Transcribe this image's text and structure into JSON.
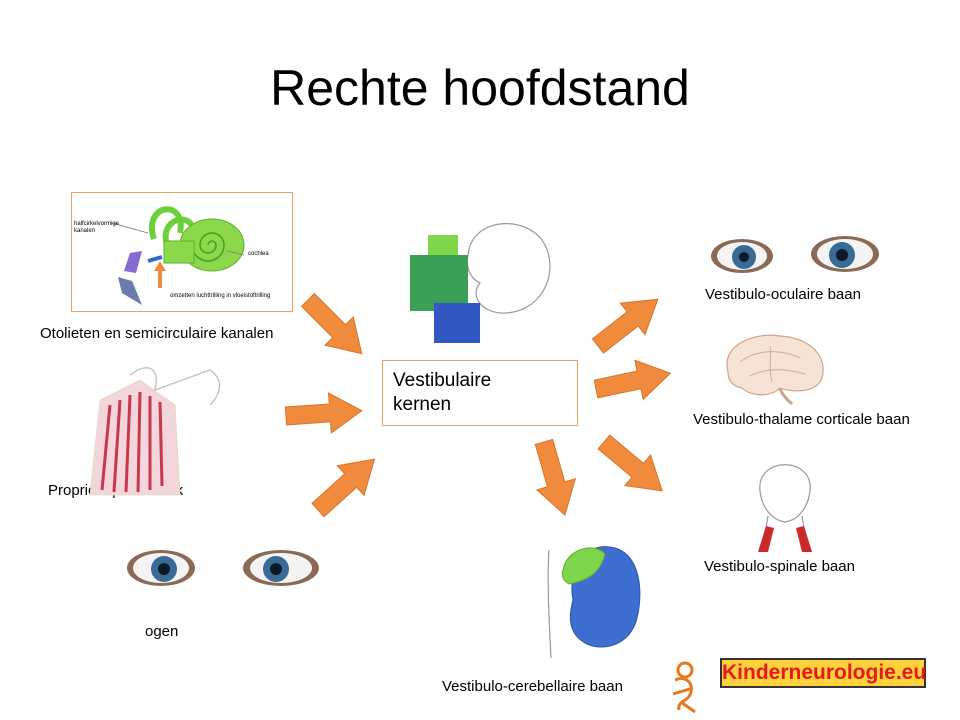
{
  "title": "Rechte hoofdstand",
  "center": {
    "line1": "Vestibulaire",
    "line2": "kernen"
  },
  "inputs": {
    "otolieten": "Otolieten en semicirculaire kanalen",
    "proprio": "Proprioceptoren nek",
    "ogen": "ogen"
  },
  "ear_diagram": {
    "halfcirkel_line1": "halfcirkelvormige",
    "halfcirkel_line2": "kanalen",
    "cochlea": "cochlea",
    "omzetten": "omzetten luchttrilling in vloeistoftrilling"
  },
  "outputs": {
    "oculair": "Vestibulo-oculaire baan",
    "thalame": "Vestibulo-thalame corticale baan",
    "spinale": "Vestibulo-spinale baan",
    "cerebellair": "Vestibulo-cerebellaire baan"
  },
  "brand": "Kinderneurologie.eu",
  "colors": {
    "arrow": "#f08a3c",
    "arrow_stroke": "#d8742a",
    "box_border": "#f0a060",
    "brand_bg": "#ffd23c",
    "brand_text": "#e41a1a"
  }
}
